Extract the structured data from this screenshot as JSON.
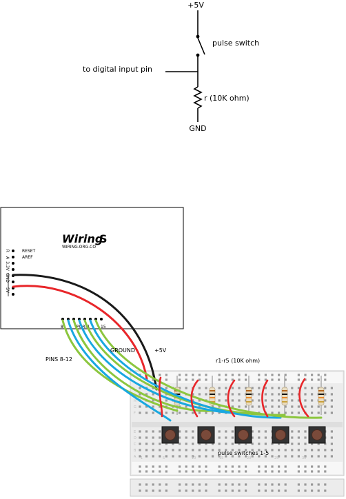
{
  "schematic": {
    "vcc_label": "+5V",
    "switch_label": "pulse switch",
    "input_label": "to digital input pin",
    "resistor_label": "r (10K ohm)",
    "gnd_label": "GND"
  },
  "board": {
    "logo_text": "Wiring",
    "logo_suffix": "S",
    "logo_url": "WIRING.ORG.CO",
    "reset_label": "RESET",
    "aref_label": "AREF",
    "side_labels": [
      "R",
      "A",
      "3.3V",
      "GND",
      "5V"
    ],
    "port_start": "8",
    "port_label": "PORT1",
    "port_end": "15"
  },
  "labels": {
    "pins": "PINS 8-12",
    "ground": "GROUND",
    "plus5v": "+5V",
    "resistors": "r1-r5 (10K ohm)",
    "switches": "pulse switches 1-5"
  },
  "breadboard": {
    "row_letters_top": [
      "J",
      "I",
      "H",
      "G",
      "F"
    ],
    "row_letters_bottom": [
      "E",
      "D",
      "C",
      "B",
      "A"
    ],
    "column_numbers": [
      "1",
      "5",
      "10",
      "15",
      "20",
      "25",
      "30"
    ]
  },
  "colors": {
    "red_wire": "#e8262a",
    "black_wire": "#1a1a1a",
    "blue_wire": "#19a8e0",
    "green_wire": "#8cc63e",
    "resistor_body": "#e9dcc0",
    "button_cap": "#7a4a3a"
  }
}
